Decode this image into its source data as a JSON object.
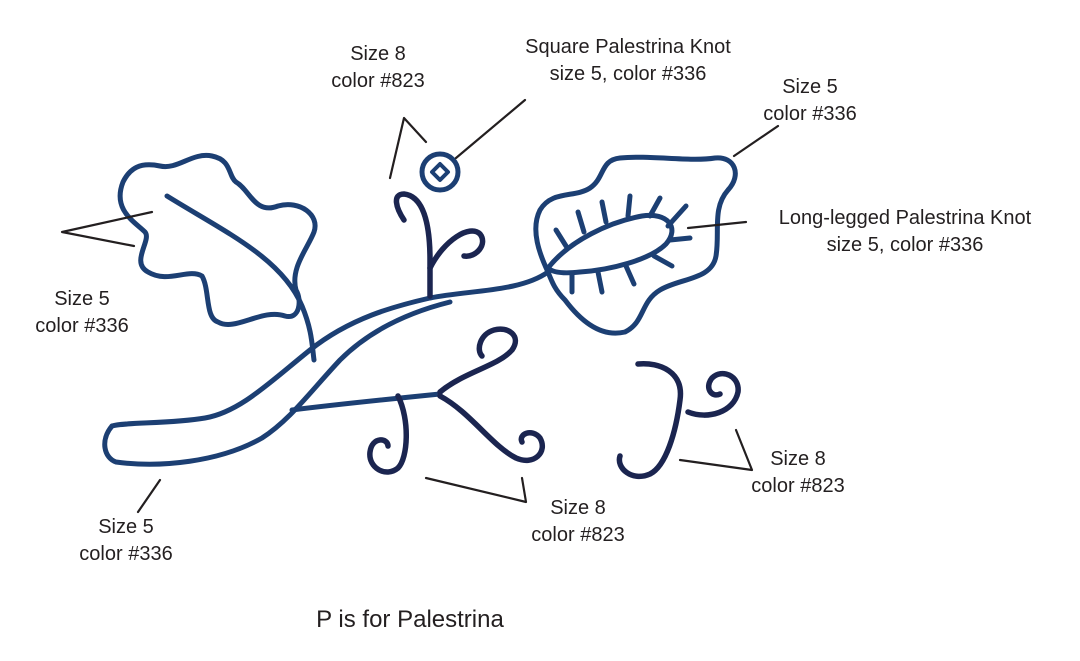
{
  "caption": "P is for Palestrina",
  "colors": {
    "color_336": "#1c3f73",
    "color_823": "#1b2550"
  },
  "labels": {
    "top_left": {
      "line1": "Size 8",
      "line2": "color #823"
    },
    "square_knot": {
      "line1": "Square Palestrina Knot",
      "line2": "size 5, color #336"
    },
    "top_right": {
      "line1": "Size 5",
      "line2": "color #336"
    },
    "long_legged": {
      "line1": "Long-legged Palestrina Knot",
      "line2": "size 5, color #336"
    },
    "left_leaf": {
      "line1": "Size 5",
      "line2": "color #336"
    },
    "stem_bottom": {
      "line1": "Size 5",
      "line2": "color #336"
    },
    "bottom_center": {
      "line1": "Size 8",
      "line2": "color #823"
    },
    "bottom_right": {
      "line1": "Size 8",
      "line2": "color #823"
    }
  }
}
